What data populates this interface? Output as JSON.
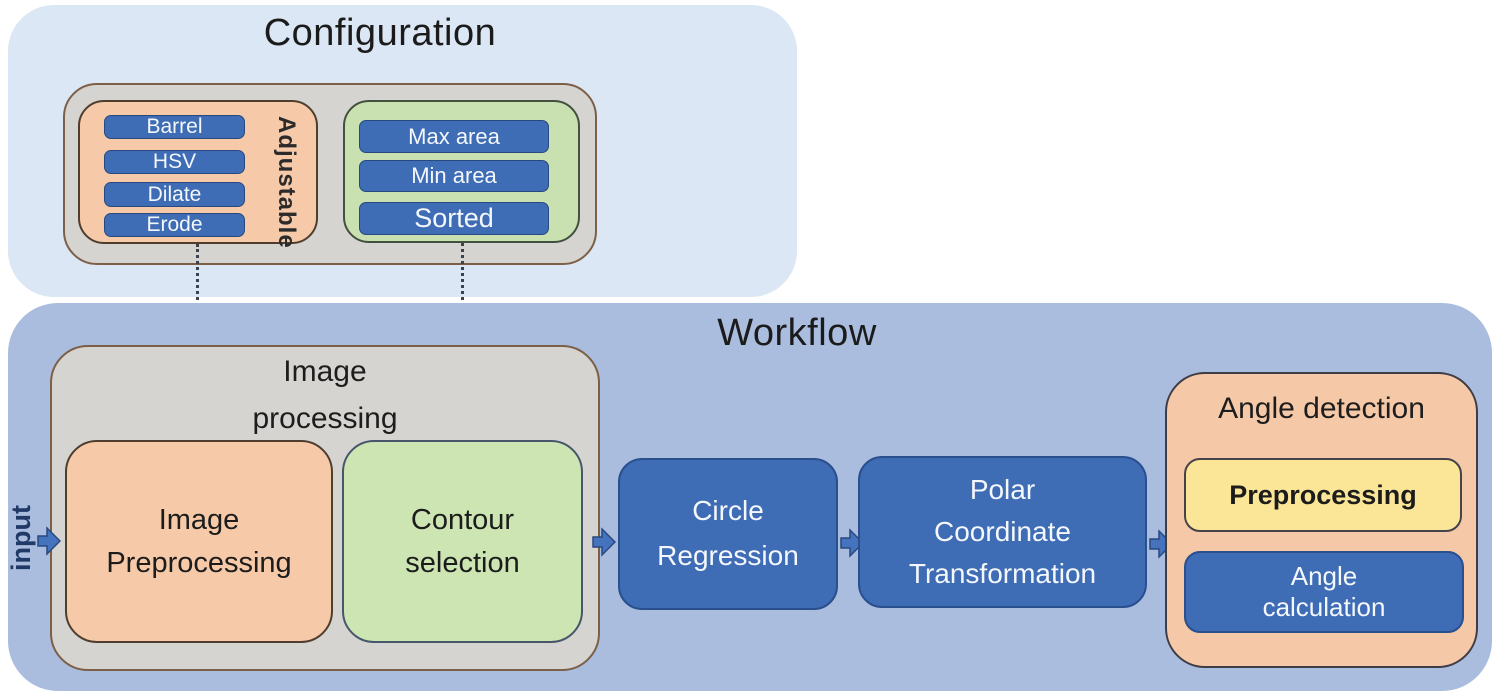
{
  "configuration": {
    "title": "Configuration",
    "adjustable_label": "Adjustable",
    "param_buttons": [
      "Barrel",
      "HSV",
      "Dilate",
      "Erode"
    ],
    "area_buttons": [
      "Max area",
      "Min area",
      "Sorted"
    ]
  },
  "workflow": {
    "title": "Workflow",
    "input_label": "input",
    "image_processing": {
      "title": "Image\nprocessing",
      "step1": "Image\nPreprocessing",
      "step2": "Contour\nselection"
    },
    "step_circle": "Circle\nRegression",
    "step_polar": "Polar\nCoordinate\nTransformation",
    "angle_detection": {
      "title": "Angle detection",
      "step1": "Preprocessing",
      "step2": "Angle\ncalculation"
    }
  },
  "colors": {
    "config_panel_bg": "#dbe7f4",
    "workflow_panel_bg": "#aabdde",
    "gray_container_bg": "#d6d4d0",
    "gray_container_border": "#7d5f47",
    "orange_box": "#f6caa8",
    "green_box": "#cde5b2",
    "blue_box": "#3e6cb5",
    "yellow_box": "#fbe697",
    "arrow_blue": "#4673be"
  }
}
